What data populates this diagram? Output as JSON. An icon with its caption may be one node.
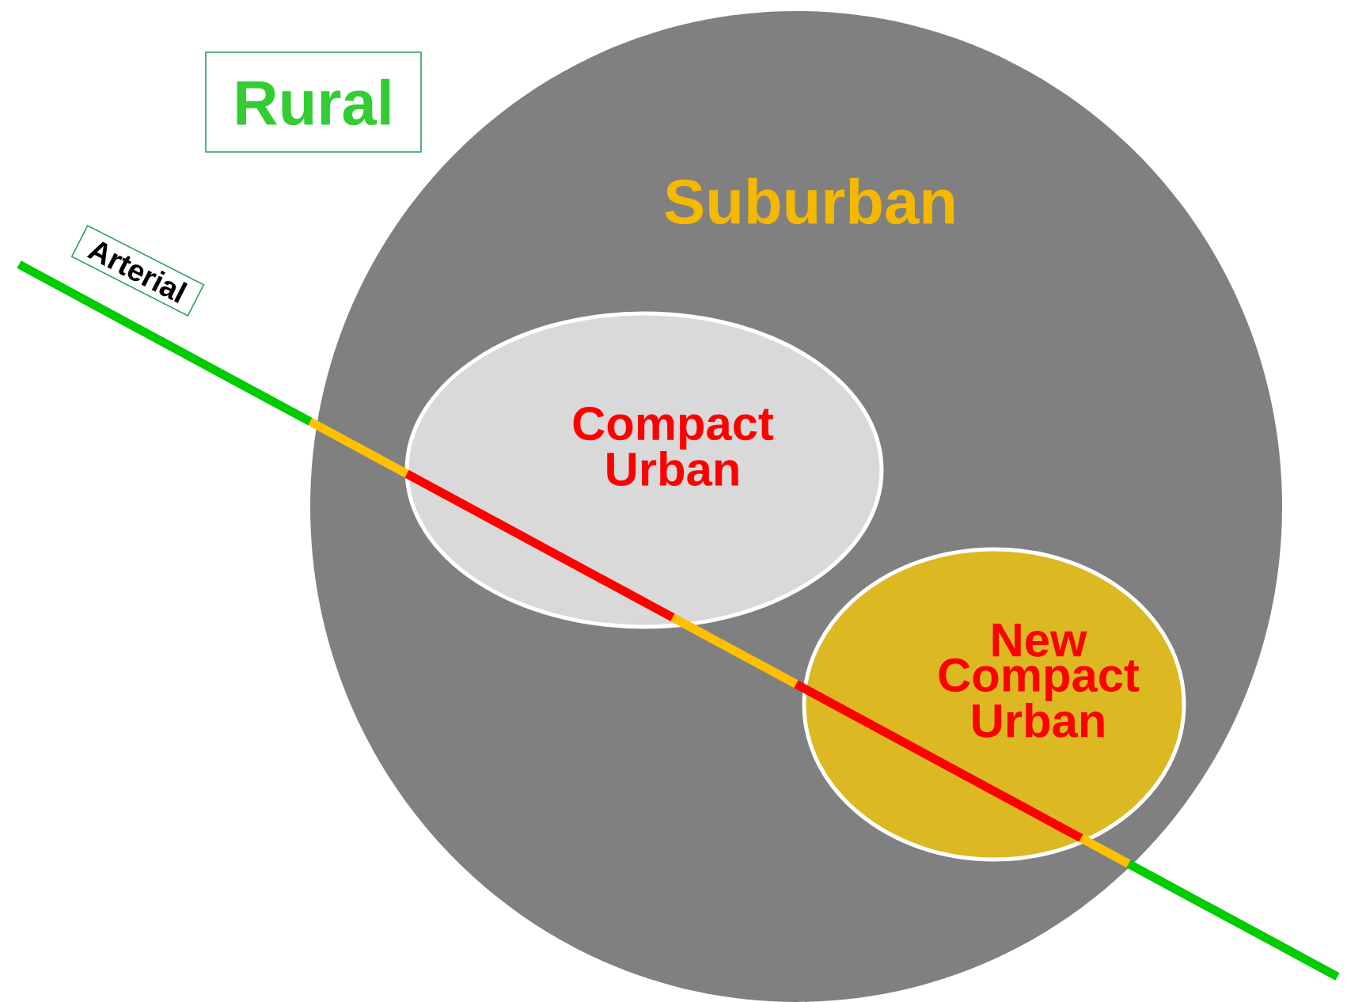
{
  "diagram": {
    "nodes": [
      {
        "text": [
          "Rural"
        ]
      },
      {
        "text": [
          "Suburban"
        ]
      },
      {
        "text": [
          "Compact Urban"
        ],
        "in": 1
      },
      {
        "text": [
          "New Compact Urban"
        ],
        "in": 1
      },
      {
        "text": [
          "Arterial"
        ]
      }
    ]
  }
}
